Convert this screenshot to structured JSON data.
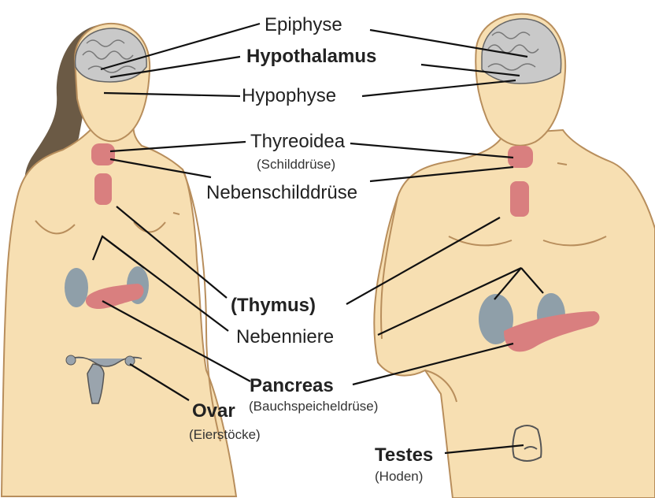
{
  "colors": {
    "skin": "#f7dfb2",
    "skin_outline": "#b88e5c",
    "brain": "#c9c9c9",
    "gland": "#d97f7f",
    "kidney": "#8f9fa9",
    "hair": "#6b5a45",
    "line": "#111111",
    "text": "#222222"
  },
  "labels": {
    "epiphyse": "Epiphyse",
    "hypothalamus": "Hypothalamus",
    "hypophyse": "Hypophyse",
    "thyreoidea": "Thyreoidea",
    "schilddruese": "(Schilddrüse)",
    "nebenschilddruese": "Nebenschilddrüse",
    "thymus": "(Thymus)",
    "nebenniere": "Nebenniere",
    "pancreas": "Pancreas",
    "bauchspeicheldruese": "(Bauchspeicheldrüse)",
    "ovar": "Ovar",
    "eierstoecke": "(Eierstöcke)",
    "testes": "Testes",
    "hoden": "(Hoden)"
  }
}
